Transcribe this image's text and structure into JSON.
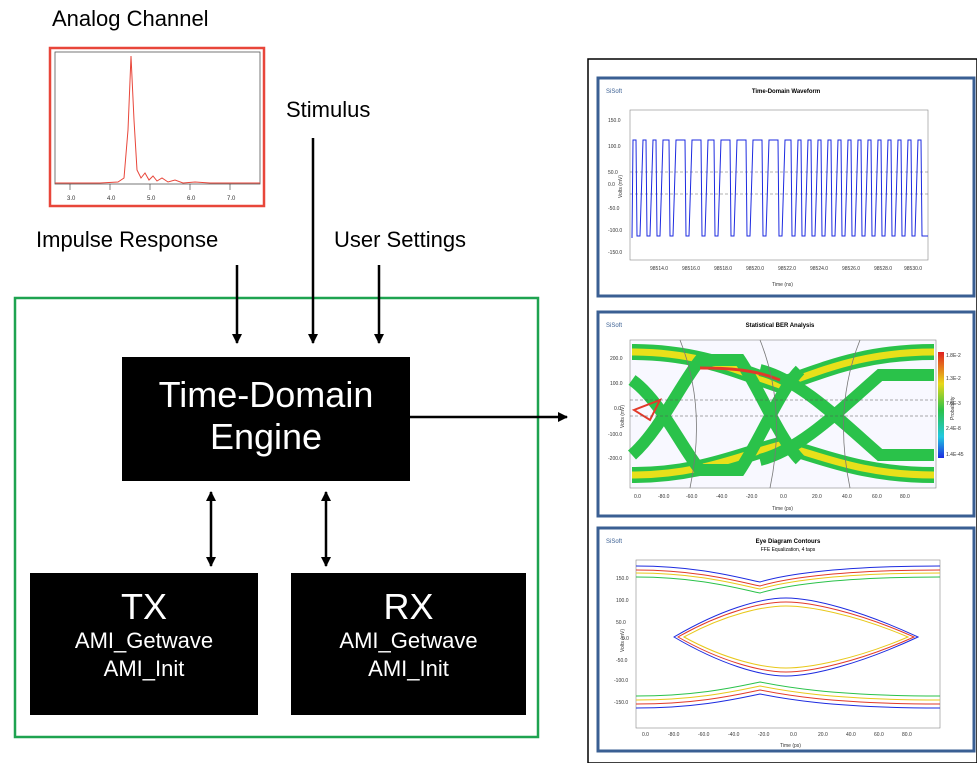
{
  "labels": {
    "analog_channel": "Analog Channel",
    "stimulus": "Stimulus",
    "impulse_response": "Impulse Response",
    "user_settings": "User Settings"
  },
  "analog_ticks": [
    "3.0",
    "4.0",
    "5.0",
    "6.0",
    "7.0"
  ],
  "engine": {
    "line1": "Time-Domain",
    "line2": "Engine"
  },
  "tx": {
    "title": "TX",
    "func1": "AMI_Getwave",
    "func2": "AMI_Init"
  },
  "rx": {
    "title": "RX",
    "func1": "AMI_Getwave",
    "func2": "AMI_Init"
  },
  "panels": [
    {
      "logo": "SiSoft",
      "title": "Time-Domain Waveform",
      "xlabel": "Time (ns)",
      "ylabel": "Volts (mV)",
      "yticks": [
        "150.0",
        "100.0",
        "50.0",
        "0.0",
        "-50.0",
        "-100.0",
        "-150.0"
      ],
      "xticks": [
        "98514.0",
        "98516.0",
        "98518.0",
        "98520.0",
        "98522.0",
        "98524.0",
        "98526.0",
        "98528.0",
        "98530.0"
      ]
    },
    {
      "logo": "SiSoft",
      "title": "Statistical BER Analysis",
      "xlabel": "Time (ps)",
      "ylabel": "Volts (mV)",
      "yticks": [
        "200.0",
        "100.0",
        "0.0",
        "-100.0",
        "-200.0"
      ],
      "xticks": [
        "0.0",
        "-80.0",
        "-60.0",
        "-40.0",
        "-20.0",
        "0.0",
        "20.0",
        "40.0",
        "60.0",
        "80.0"
      ],
      "colorbar": [
        "1.8E-2",
        "1.3E-2",
        "7.6E-3",
        "2.4E-8",
        "1.4E-45"
      ],
      "colorbar_label": "Probability"
    },
    {
      "logo": "SiSoft",
      "title": "Eye Diagram Contours",
      "subtitle": "FFE Equalization, 4 taps",
      "xlabel": "Time (ps)",
      "ylabel": "Volts (mV)",
      "yticks": [
        "150.0",
        "100.0",
        "50.0",
        "0.0",
        "-50.0",
        "-100.0",
        "-150.0"
      ],
      "xticks": [
        "0.0",
        "-80.0",
        "-60.0",
        "-40.0",
        "-20.0",
        "0.0",
        "20.0",
        "40.0",
        "60.0",
        "80.0"
      ]
    }
  ]
}
